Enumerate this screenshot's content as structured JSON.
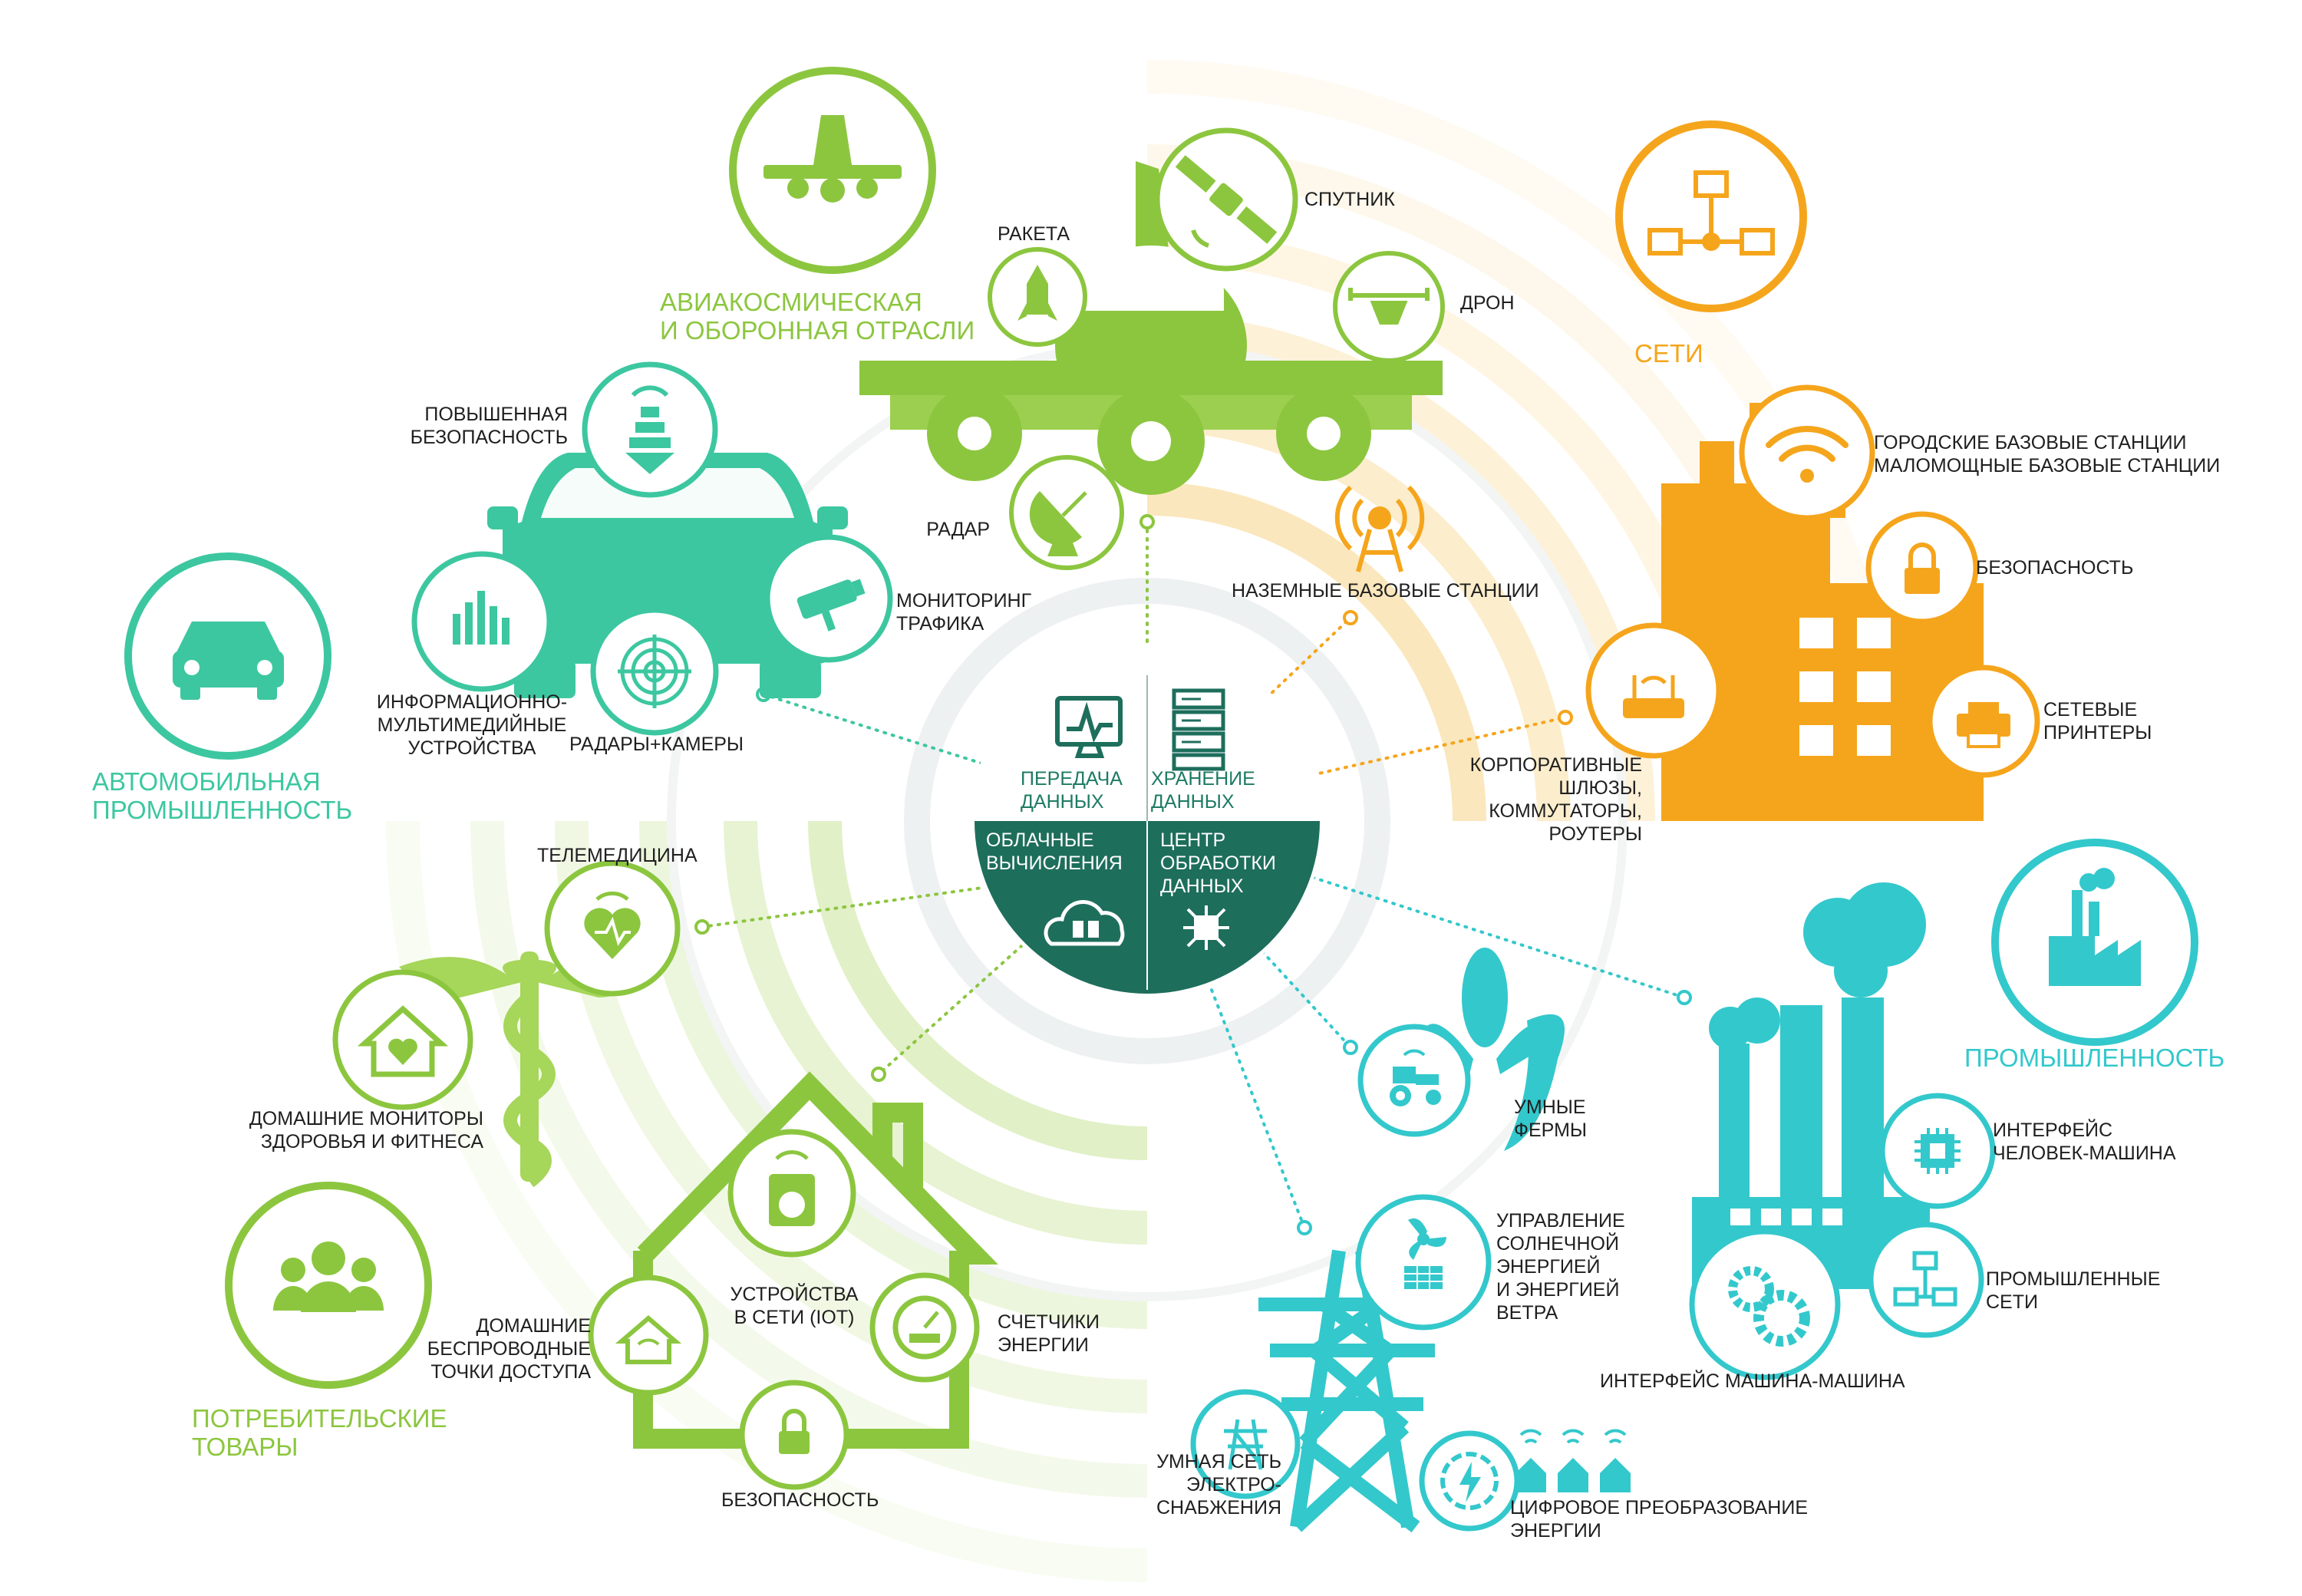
{
  "colors": {
    "green": "#8cc63f",
    "light_green": "#a6d65a",
    "teal_green": "#3cc7a0",
    "orange": "#f5a51c",
    "cyan": "#33c8cc",
    "dark_teal": "#1e6e5c",
    "hub_text": "#1e7b63",
    "text": "#1f1f1f"
  },
  "sectors": {
    "aerospace": "АВИАКОСМИЧЕСКАЯ\nИ ОБОРОННАЯ ОТРАСЛИ",
    "networks": "СЕТИ",
    "automotive": "АВТОМОБИЛЬНАЯ\nПРОМЫШЛЕННОСТЬ",
    "industry": "ПРОМЫШЛЕННОСТЬ",
    "consumer": "ПОТРЕБИТЕЛЬСКИЕ\nТОВАРЫ"
  },
  "hub": {
    "data_transfer": "ПЕРЕДАЧА\nДАННЫХ",
    "data_storage": "ХРАНЕНИЕ\nДАННЫХ",
    "cloud_computing": "ОБЛАЧНЫЕ\nВЫЧИСЛЕНИЯ",
    "data_center": "ЦЕНТР\nОБРАБОТКИ\nДАННЫХ"
  },
  "aerospace": {
    "rocket": "РАКЕТА",
    "satellite": "СПУТНИК",
    "drone": "ДРОН",
    "radar": "РАДАР"
  },
  "automotive": {
    "safety": "ПОВЫШЕННАЯ\nБЕЗОПАСНОСТЬ",
    "traffic": "МОНИТОРИНГ\nТРАФИКА",
    "infotainment": "ИНФОРМАЦИОННО-\nМУЛЬТИМЕДИЙНЫЕ\nУСТРОЙСТВА",
    "radar_cam": "РАДАРЫ+КАМЕРЫ"
  },
  "networks": {
    "ground_stations": "НАЗЕМНЫЕ БАЗОВЫЕ СТАНЦИИ",
    "city_stations": "ГОРОДСКИЕ БАЗОВЫЕ СТАНЦИИ\nМАЛОМОЩНЫЕ БАЗОВЫЕ СТАНЦИИ",
    "security": "БЕЗОПАСНОСТЬ",
    "printers": "СЕТЕВЫЕ\nПРИНТЕРЫ",
    "gateways": "КОРПОРАТИВНЫЕ\nШЛЮЗЫ,\nКОММУТАТОРЫ,\nРОУТЕРЫ"
  },
  "consumer": {
    "telemedicine": "ТЕЛЕМЕДИЦИНА",
    "health": "ДОМАШНИЕ МОНИТОРЫ\nЗДОРОВЬЯ И ФИТНЕСА",
    "iot": "УСТРОЙСТВА\nВ СЕТИ (IoT)",
    "meters": "СЧЕТЧИКИ\nЭНЕРГИИ",
    "access_points": "ДОМАШНИЕ\nБЕСПРОВОДНЫЕ\nТОЧКИ ДОСТУПА",
    "security": "БЕЗОПАСНОСТЬ"
  },
  "industry": {
    "farms": "УМНЫЕ\nФЕРМЫ",
    "solar_wind": "УПРАВЛЕНИЕ\nСОЛНЕЧНОЙ\nЭНЕРГИЕЙ\nИ ЭНЕРГИЕЙ\nВЕТРА",
    "grid": "УМНАЯ СЕТЬ\nЭЛЕКТРО-\nСНАБЖЕНИЯ",
    "power_conversion": "ЦИФРОВОЕ ПРЕОБРАЗОВАНИЕ\nЭНЕРГИИ",
    "hmi": "ИНТЕРФЕЙС\nЧЕЛОВЕК-МАШИНА",
    "ind_networks": "ПРОМЫШЛЕННЫЕ\nСЕТИ",
    "m2m": "ИНТЕРФЕЙС МАШИНА-МАШИНА"
  }
}
